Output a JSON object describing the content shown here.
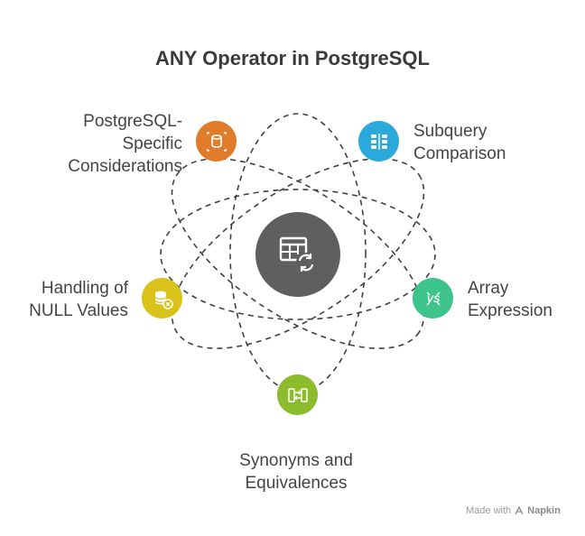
{
  "title": "ANY Operator in PostgreSQL",
  "center": {
    "icon": "table-refresh-icon",
    "color": "#5f5f5f"
  },
  "nodes": [
    {
      "id": "postgresql-specific",
      "lines": [
        "PostgreSQL-",
        "Specific",
        "Considerations"
      ],
      "icon": "database-arrows-icon",
      "color": "#e07b2a"
    },
    {
      "id": "subquery-comparison",
      "lines": [
        "Subquery",
        "Comparison"
      ],
      "icon": "compare-stacks-icon",
      "color": "#2aa9dc"
    },
    {
      "id": "array-expression",
      "lines": [
        "Array",
        "Expression"
      ],
      "icon": "vs-icon",
      "color": "#3cc48a"
    },
    {
      "id": "synonyms-equivalences",
      "lines": [
        "Synonyms and",
        "Equivalences"
      ],
      "icon": "equivalence-icon",
      "color": "#8cbb2e"
    },
    {
      "id": "handling-null",
      "lines": [
        "Handling of",
        "NULL Values"
      ],
      "icon": "database-x-icon",
      "color": "#d9c31b"
    }
  ],
  "footer": {
    "prefix": "Made with",
    "brand": "Napkin"
  }
}
